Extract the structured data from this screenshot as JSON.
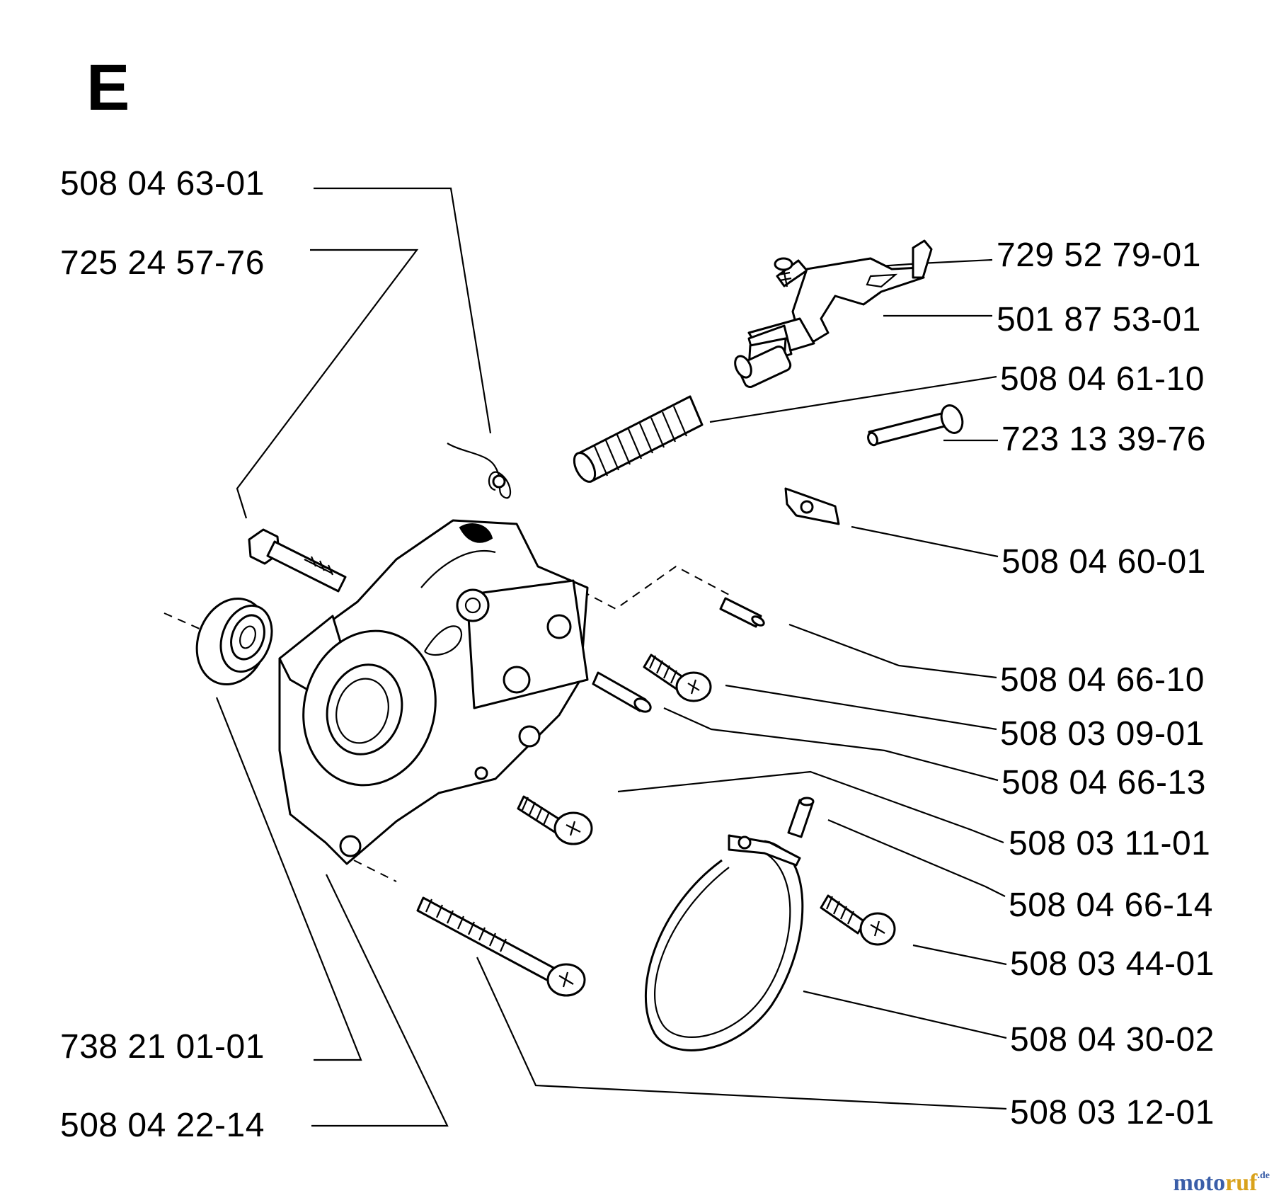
{
  "section": "E",
  "labels": {
    "l01": "508 04 63-01",
    "l02": "725 24 57-76",
    "l03": "729 52 79-01",
    "l04": "501 87 53-01",
    "l05": "508 04 61-10",
    "l06": "723 13 39-76",
    "l07": "508 04 60-01",
    "l08": "508 04 66-10",
    "l09": "508 03 09-01",
    "l10": "508 04 66-13",
    "l11": "508 03 11-01",
    "l12": "508 04 66-14",
    "l13": "508 03 44-01",
    "l14": "508 04 30-02",
    "l15": "508 03 12-01",
    "l16": "738 21 01-01",
    "l17": "508 04 22-14"
  },
  "watermark": {
    "part_a": "moto",
    "part_b": "ruf",
    "suffix": ".de"
  }
}
